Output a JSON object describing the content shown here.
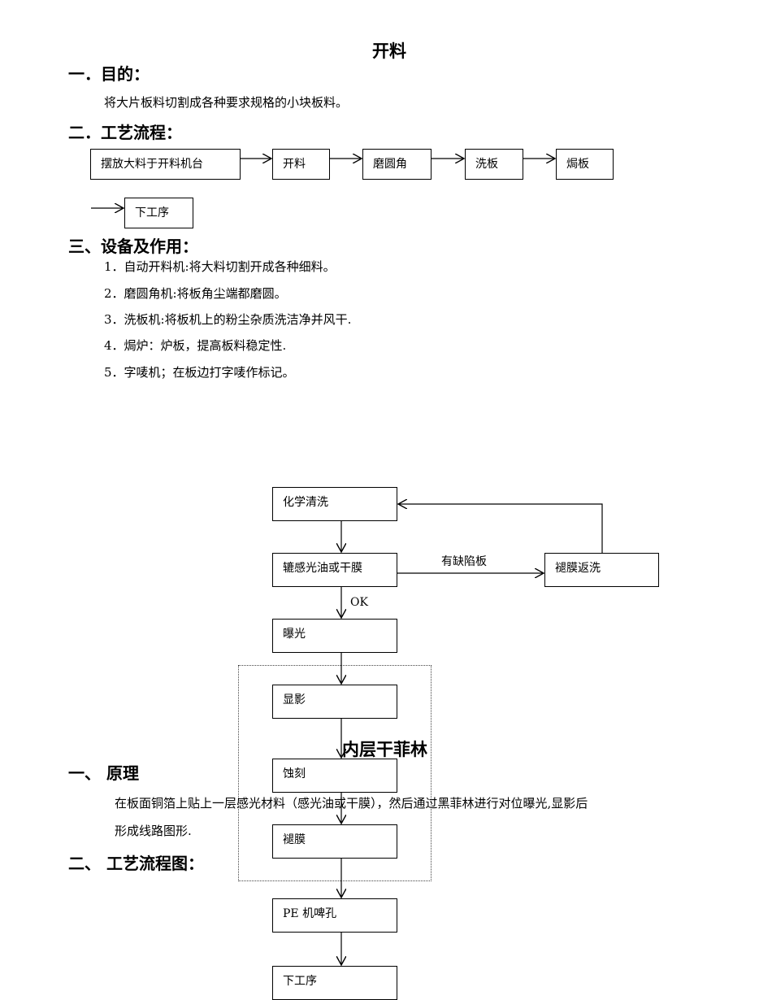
{
  "section1": {
    "title": "开料",
    "purpose_heading": "一．目的：",
    "purpose_text": "将大片板料切割成各种要求规格的小块板料。",
    "process_heading": "二．工艺流程：",
    "process_steps": [
      "摆放大料于开料机台",
      "开料",
      "磨圆角",
      "洗板",
      "焗板",
      "下工序"
    ],
    "equipment_heading": "三、设备及作用：",
    "equipment_items": [
      "1．自动开料机:将大料切割开成各种细料。",
      "2．磨圆角机:将板角尘端都磨圆。",
      "3．洗板机:将板机上的粉尘杂质洗洁净并风干.",
      "4．焗炉：炉板，提高板料稳定性.",
      "5．字唛机；在板边打字唛作标记。"
    ]
  },
  "section2": {
    "title": "内层干菲林",
    "principle_heading": "一、 原理",
    "principle_text_line1": "在板面铜箔上贴上一层感光材料（感光油或干膜），然后通过黑菲林进行对位曝光,显影后",
    "principle_text_line2": "形成线路图形.",
    "flow_heading": "二、 工艺流程图：",
    "flow_nodes": {
      "chem_clean": "化学清洗",
      "coat": "辘感光油或干膜",
      "strip_rework": "褪膜返洗",
      "expose": "曝光",
      "develop": "显影",
      "etch": "蚀刻",
      "strip": "褪膜",
      "pe_punch": "PE 机啤孔",
      "next": "下工序"
    },
    "flow_labels": {
      "defect": "有缺陷板",
      "ok": "OK"
    }
  }
}
